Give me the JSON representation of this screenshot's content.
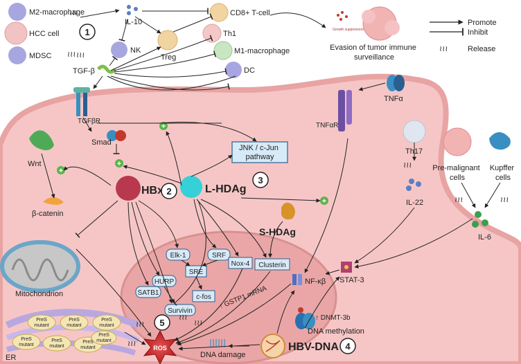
{
  "legend": {
    "promote": "Promote",
    "inhibit": "Inhibit",
    "release": "Release"
  },
  "cells": {
    "m2_macrophage": "M2-macrophage",
    "hcc_cell": "HCC cell",
    "mdsc": "MDSC",
    "nk": "NK",
    "treg": "Treg",
    "cd8": "CD8+ T-cell",
    "th1": "Th1",
    "m1_macrophage": "M1-macrophage",
    "dc": "DC",
    "th17": "Th17",
    "pre_malignant": "Pre-malignant\ncells",
    "kupffer": "Kupffer\ncells",
    "mitochondrion": "Mitochondrion",
    "er": "ER"
  },
  "molecules": {
    "il10": "IL-10",
    "tgfb": "TGF-β",
    "tgfbr": "TGFβR",
    "tnfa": "TNFα",
    "tnfar": "TNFαR",
    "wnt": "Wnt",
    "smad": "Smad",
    "beta_catenin": "β-catenin",
    "jnk": "JNK / c-Jun\npathway",
    "hbx": "HBx",
    "l_hdag": "L-HDAg",
    "s_hdag": "S-HDAg",
    "il22": "IL-22",
    "il6": "IL-6",
    "elk1": "Elk-1",
    "srf": "SRF",
    "sre": "SRE",
    "cfos": "c-fos",
    "hurp": "HURP",
    "satb1": "SATB1",
    "survivin": "Survivin",
    "nox4": "Nox-4",
    "clusterin": "Clusterin",
    "nfkb": "NF-κβ",
    "stat3": "STAT-3",
    "gstp1": "↑ GSTP1 mRNA",
    "dnmt3b": "↑ DNMT-3b",
    "dna_methylation": "DNA methylation",
    "ros": "ROS",
    "dna_damage": "DNA damage",
    "hbv_dna": "HBV-DNA",
    "pres_mutant": "PreS\nmutant",
    "growth_suppressors": "Growth\nsuppressors"
  },
  "numbers": {
    "n1": "1",
    "n2": "2",
    "n3": "3",
    "n4": "4",
    "n5": "5"
  },
  "evasion": "Evasion of tumor immune\nsurveillance",
  "colors": {
    "cell_fill": "#f6c6c6",
    "cell_border": "#e8a3a3",
    "nucleus": "#eaa6a6",
    "box_fill": "#d7eaf7",
    "box_border": "#2a5f8f",
    "plus": "#5bb34a"
  }
}
